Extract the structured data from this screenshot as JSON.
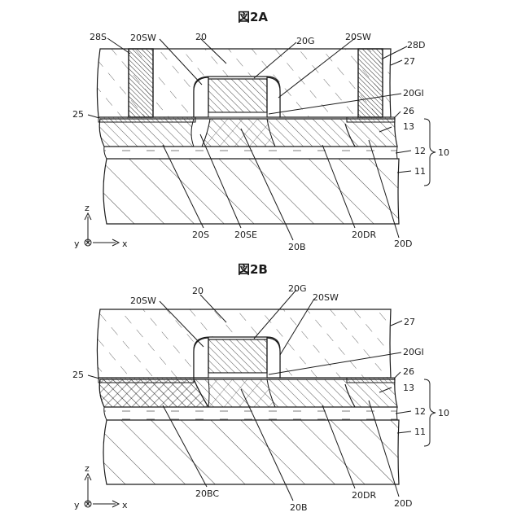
{
  "figA": {
    "title": "図2A",
    "labels": {
      "l28S": "28S",
      "l20SW_a": "20SW",
      "l20": "20",
      "l20G": "20G",
      "l20SW_b": "20SW",
      "l28D": "28D",
      "l27": "27",
      "l20GI": "20GI",
      "l25": "25",
      "l26": "26",
      "l13": "13",
      "l12": "12",
      "l10": "10",
      "l11": "11",
      "l20S": "20S",
      "l20SE": "20SE",
      "l20B": "20B",
      "l20DR": "20DR",
      "l20D": "20D"
    },
    "axes": {
      "z": "z",
      "y": "y",
      "x": "x"
    }
  },
  "figB": {
    "title": "図2B",
    "labels": {
      "l20": "20",
      "l20G": "20G",
      "l20SW_a": "20SW",
      "l20SW_b": "20SW",
      "l27": "27",
      "l20GI": "20GI",
      "l25": "25",
      "l26": "26",
      "l13": "13",
      "l12": "12",
      "l10": "10",
      "l11": "11",
      "l20BC": "20BC",
      "l20B": "20B",
      "l20DR": "20DR",
      "l20D": "20D"
    },
    "axes": {
      "z": "z",
      "y": "y",
      "x": "x"
    }
  }
}
